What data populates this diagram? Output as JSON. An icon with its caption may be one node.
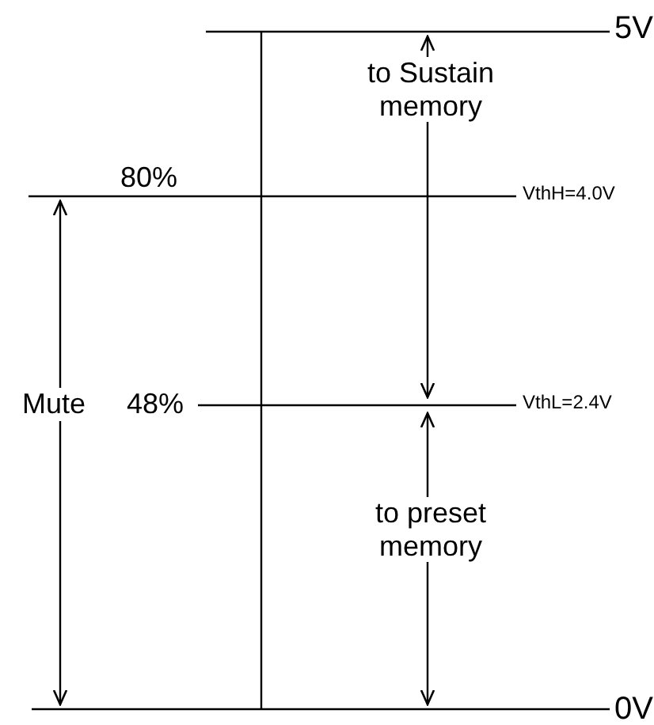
{
  "diagram": {
    "labels": [
      "5V",
      "to Sustain memory",
      "80%",
      "VthH=4.0V",
      "Mute",
      "48%",
      "VthL=2.4V",
      "to preset memory",
      "0V"
    ]
  }
}
